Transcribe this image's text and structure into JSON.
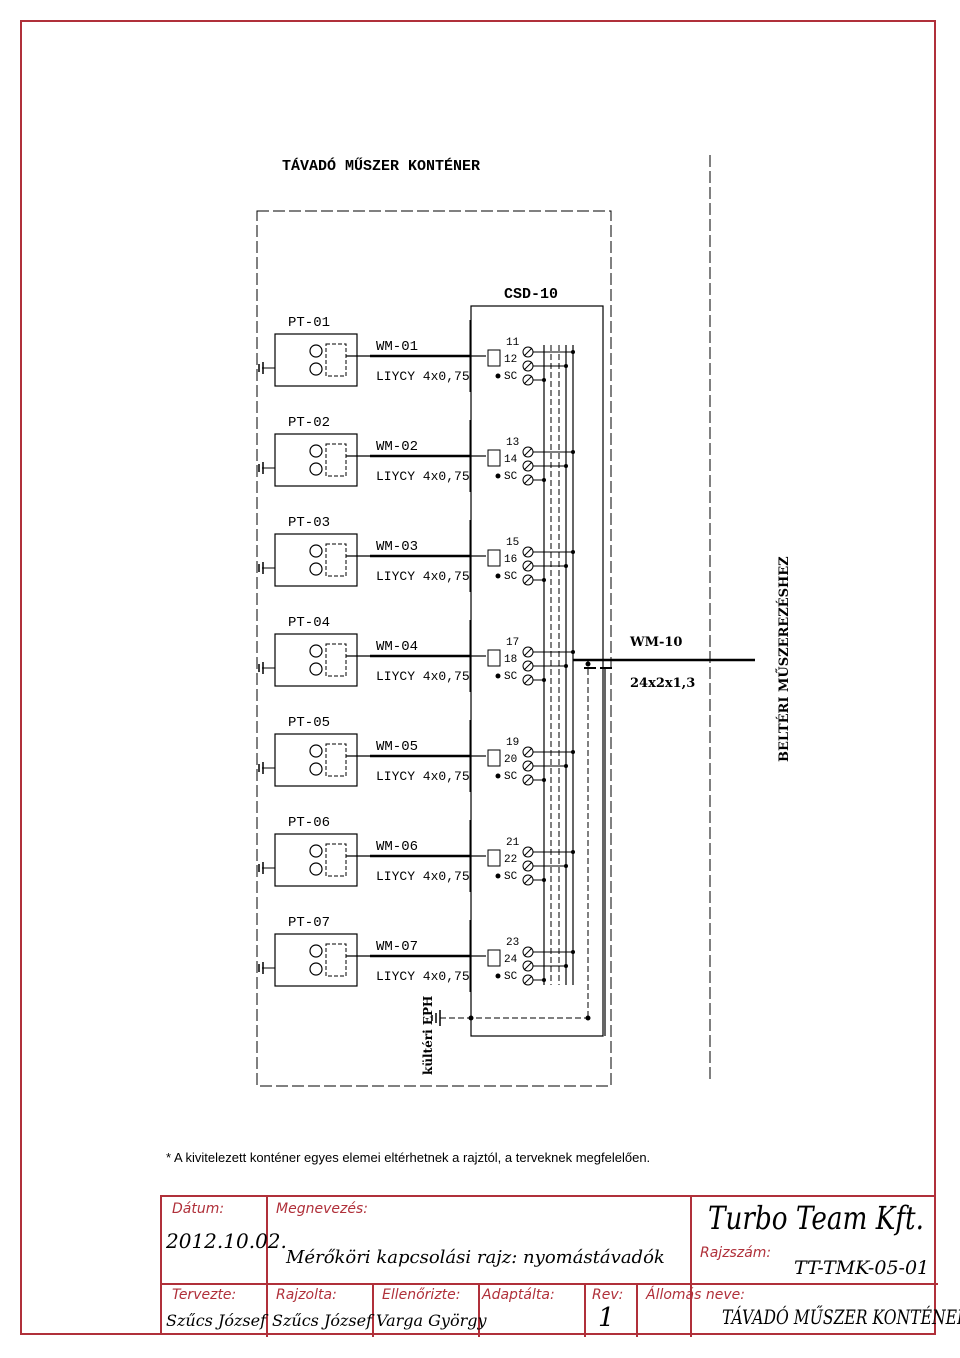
{
  "drawing": {
    "title": "TÁVADÓ MŰSZER KONTÉNER",
    "junction_box": "CSD-10",
    "main_cable": {
      "name": "WM-10",
      "type": "24x2x1,3"
    },
    "destination": "BELTÉRI MŰSZEREZÉSHEZ",
    "earthing_label": "kültéri EPH",
    "instruments": [
      {
        "tag": "PT-01",
        "cable": "WM-01",
        "cable_type": "LIYCY 4x0,75",
        "term_a": "11",
        "term_b": "12",
        "term_sc": "SC"
      },
      {
        "tag": "PT-02",
        "cable": "WM-02",
        "cable_type": "LIYCY 4x0,75",
        "term_a": "13",
        "term_b": "14",
        "term_sc": "SC"
      },
      {
        "tag": "PT-03",
        "cable": "WM-03",
        "cable_type": "LIYCY 4x0,75",
        "term_a": "15",
        "term_b": "16",
        "term_sc": "SC"
      },
      {
        "tag": "PT-04",
        "cable": "WM-04",
        "cable_type": "LIYCY 4x0,75",
        "term_a": "17",
        "term_b": "18",
        "term_sc": "SC"
      },
      {
        "tag": "PT-05",
        "cable": "WM-05",
        "cable_type": "LIYCY 4x0,75",
        "term_a": "19",
        "term_b": "20",
        "term_sc": "SC"
      },
      {
        "tag": "PT-06",
        "cable": "WM-06",
        "cable_type": "LIYCY 4x0,75",
        "term_a": "21",
        "term_b": "22",
        "term_sc": "SC"
      },
      {
        "tag": "PT-07",
        "cable": "WM-07",
        "cable_type": "LIYCY 4x0,75",
        "term_a": "23",
        "term_b": "24",
        "term_sc": "SC"
      }
    ]
  },
  "note": "* A kivitelezett konténer egyes elemei eltérhetnek a rajztól, a terveknek megfelelően.",
  "title_block": {
    "date_label": "Dátum:",
    "date": "2012.10.02.",
    "name_label": "Megnevezés:",
    "name": "Mérőköri kapcsolási rajz: nyomástávadók",
    "company": "Turbo Team Kft.",
    "drawing_no_label": "Rajzszám:",
    "drawing_no": "TT-TMK-05-01",
    "designed_label": "Tervezte:",
    "designed": "Szűcs József",
    "drawn_label": "Rajzolta:",
    "drawn": "Szűcs József",
    "checked_label": "Ellenőrizte:",
    "checked": "Varga György",
    "adapted_label": "Adaptálta:",
    "adapted": "",
    "rev_label": "Rev:",
    "rev": "1",
    "station_label": "Állomás neve:",
    "station": "TÁVADÓ MŰSZER KONTÉNER"
  },
  "colors": {
    "frame": "#b0303a",
    "ink": "#000000"
  }
}
